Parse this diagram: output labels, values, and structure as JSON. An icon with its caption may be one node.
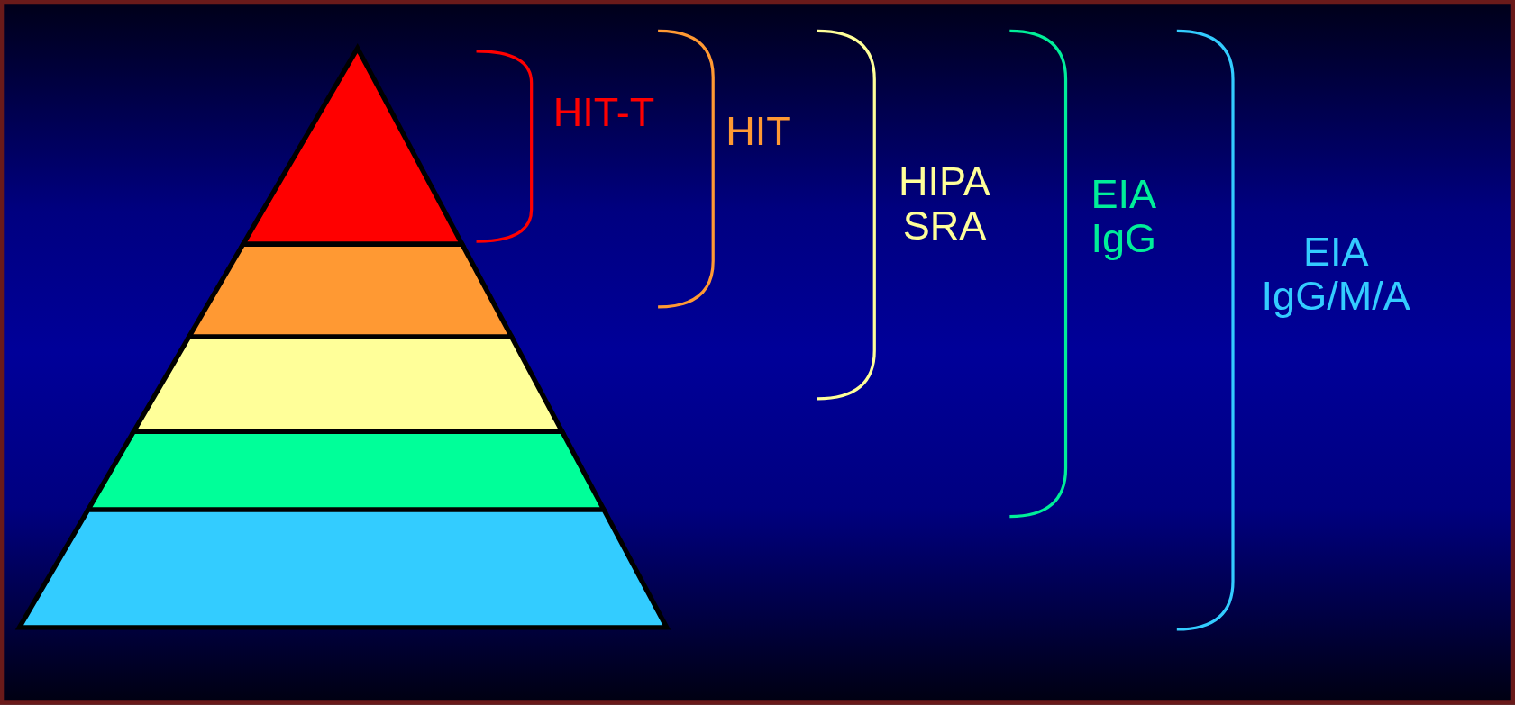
{
  "diagram": {
    "labels": [
      "HIT-T",
      "HIT",
      "HIPA SRA",
      "EIA IgG",
      "EIA IgG/M/A"
    ]
  }
}
